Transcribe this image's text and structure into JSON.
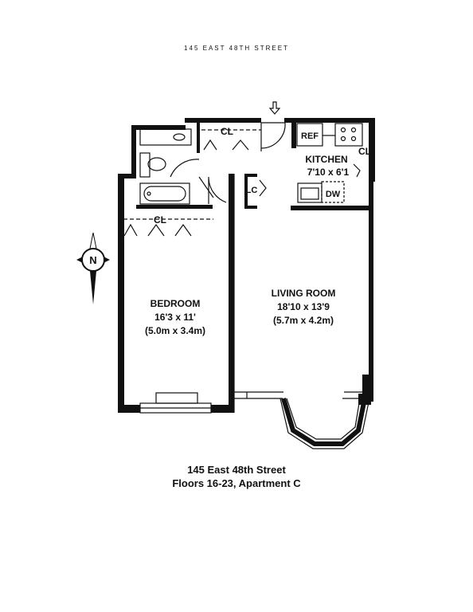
{
  "header": {
    "text": "145 EAST 48TH STREET"
  },
  "rooms": {
    "bedroom": {
      "name": "BEDROOM",
      "size": "16'3 x 11'",
      "metric": "(5.0m x 3.4m)"
    },
    "living": {
      "name": "LIVING ROOM",
      "size": "18'10 x 13'9",
      "metric": "(5.7m x 4.2m)"
    },
    "kitchen": {
      "name": "KITCHEN",
      "size": "7'10 x 6'1"
    }
  },
  "fixtures": {
    "closet_hall": "CL",
    "closet_bedroom": "CL",
    "closet_kitchen": "CL",
    "linen_closet": "LC",
    "refrigerator": "REF",
    "dishwasher": "DW"
  },
  "compass": {
    "letter": "N"
  },
  "caption": {
    "line1": "145 East 48th Street",
    "line2": "Floors 16-23, Apartment C"
  }
}
